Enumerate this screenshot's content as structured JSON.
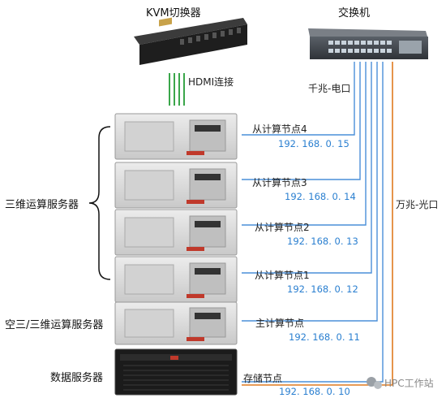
{
  "devices": {
    "kvm": {
      "label": "KVM切换器",
      "icon": "kvm-switch-icon"
    },
    "switch": {
      "label": "交换机",
      "icon": "network-switch-icon"
    }
  },
  "links": {
    "hdmi": "HDMI连接",
    "gigabit": "千兆-电口",
    "ten_gigabit": "万兆-光口"
  },
  "groups": {
    "three_d": "三维运算服务器",
    "two_three_d": "空三/三维运算服务器",
    "data": "数据服务器"
  },
  "nodes": [
    {
      "name": "从计算节点4",
      "ip": "192. 168. 0. 15"
    },
    {
      "name": "从计算节点3",
      "ip": "192. 168. 0. 14"
    },
    {
      "name": "从计算节点2",
      "ip": "192. 168. 0. 13"
    },
    {
      "name": "从计算节点1",
      "ip": "192. 168. 0. 12"
    },
    {
      "name": "主计算节点",
      "ip": "192. 168. 0. 11"
    },
    {
      "name": "存储节点",
      "ip": "192. 168. 0. 10"
    }
  ],
  "watermark": "HPC工作站",
  "colors": {
    "gigabit_line": "#4a8fd8",
    "ten_gigabit_line": "#e07a1f",
    "hdmi_line": "#3aa64a",
    "server_face": "#d9d9d9",
    "storage_face": "#1b1b1b"
  }
}
